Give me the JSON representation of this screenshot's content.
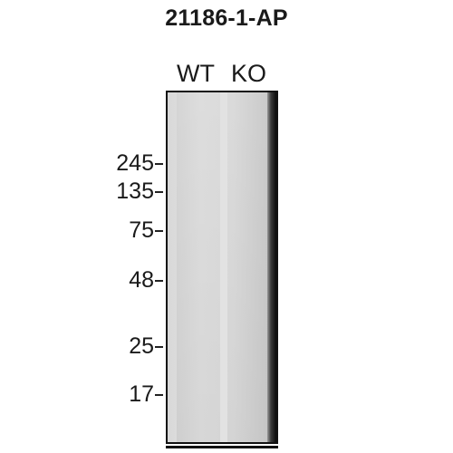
{
  "title": "21186-1-AP",
  "lanes": [
    "WT",
    "KO"
  ],
  "markers": [
    "245",
    "135",
    "75",
    "48",
    "25",
    "17"
  ]
}
